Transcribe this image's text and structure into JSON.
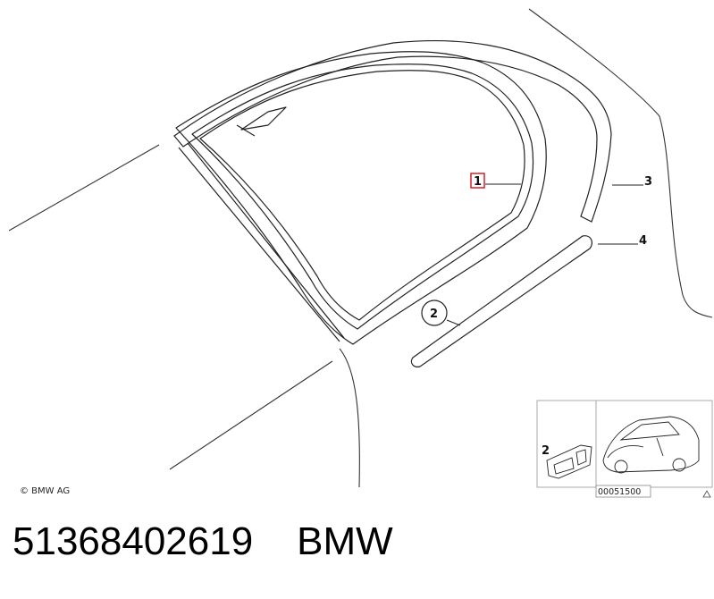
{
  "diagram": {
    "copyright": "© BMW AG",
    "callouts": [
      "1",
      "2",
      "3",
      "4"
    ],
    "inset": {
      "callout": "2",
      "reference": "00051500"
    }
  },
  "footer": {
    "part_number": "51368402619",
    "brand": "BMW"
  },
  "colors": {
    "highlight": "#d81f26",
    "line": "#222222"
  }
}
